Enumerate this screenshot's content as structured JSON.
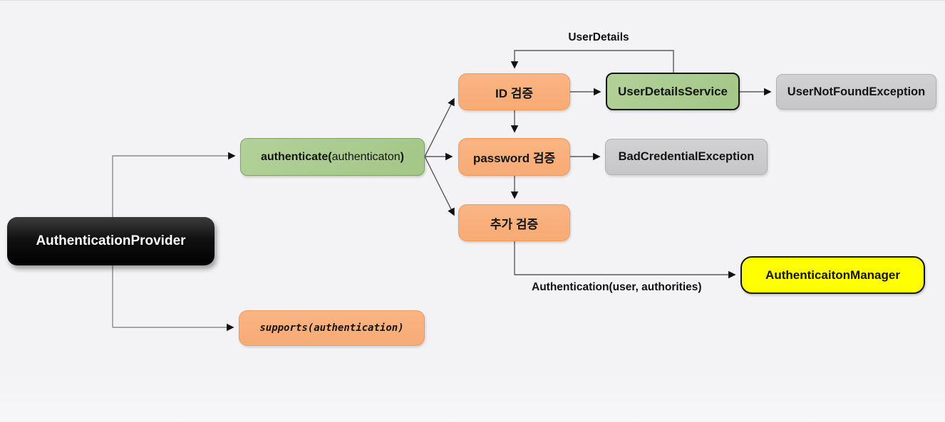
{
  "diagram": {
    "title_hint": "AuthenticationProvider flow diagram",
    "nodes": {
      "authentication_provider": {
        "label": "AuthenticationProvider"
      },
      "authenticate": {
        "bold_prefix": "authenticate(",
        "arg": "authenticaton",
        "bold_suffix": ")"
      },
      "id_check": {
        "label": "ID 검증"
      },
      "password_check": {
        "label": "password 검증"
      },
      "extra_check": {
        "label": "추가 검증"
      },
      "user_details_service": {
        "label": "UserDetailsService"
      },
      "user_not_found_exception": {
        "label": "UserNotFoundException"
      },
      "bad_credential_exception": {
        "label": "BadCredentialException"
      },
      "authentication_manager": {
        "label": "AuthenticaitonManager"
      },
      "supports": {
        "label": "supports(authentication)"
      }
    },
    "edge_labels": {
      "user_details": "UserDetails",
      "authentication_args": "Authentication(user, authorities)"
    },
    "colors": {
      "background": "#f3f3f5",
      "node_orange_fill": "#f9af7c",
      "node_orange_border": "#ef9a5f",
      "node_green_fill": "#a8cb8e",
      "node_green_border": "#7fa45f",
      "node_gray_fill": "#cbcbcd",
      "node_yellow_fill": "#ffff00",
      "node_black_fill": "#111111",
      "edge_stroke": "#5a5a5a",
      "arrowhead": "#111111"
    }
  }
}
